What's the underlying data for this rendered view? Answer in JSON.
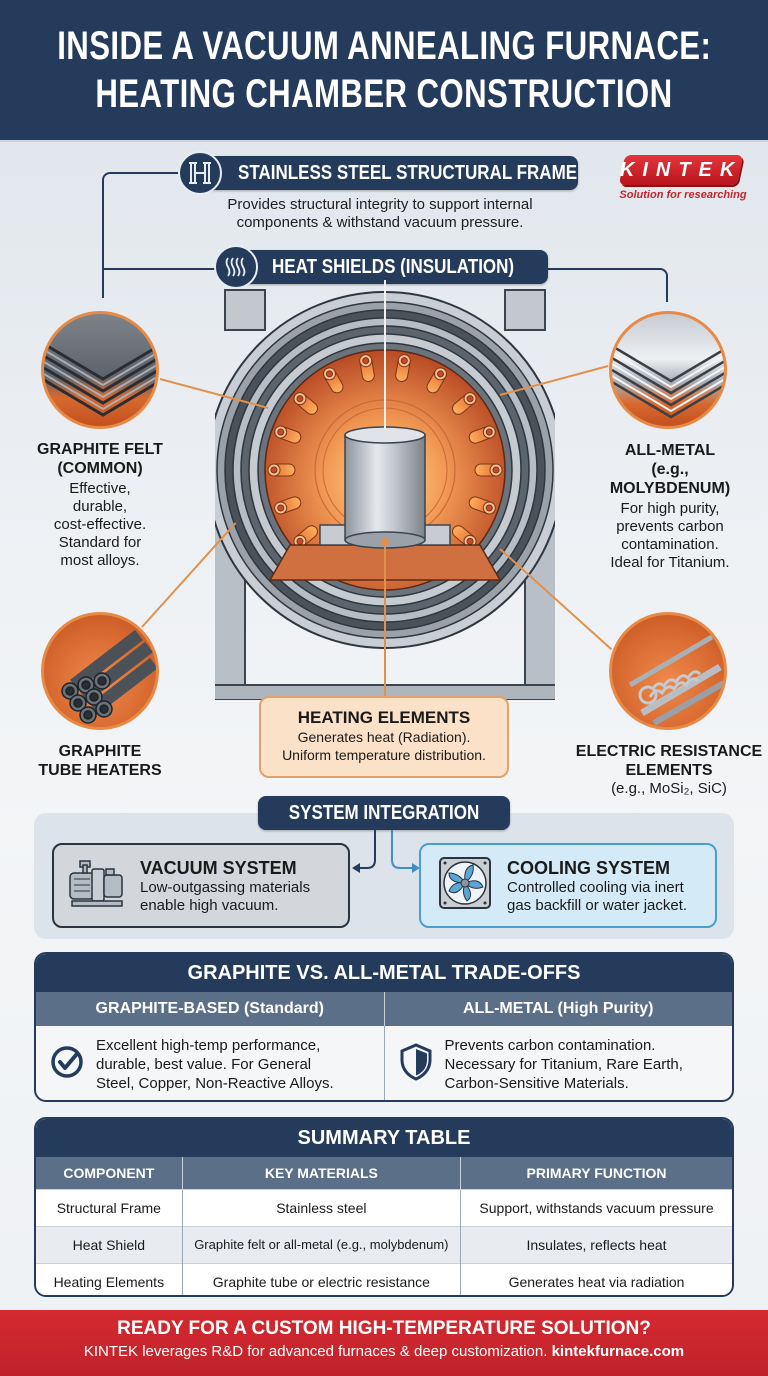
{
  "header": {
    "title_line1": "INSIDE A VACUUM ANNEALING FURNACE:",
    "title_line2": "HEATING CHAMBER CONSTRUCTION"
  },
  "logo": {
    "brand": "KINTEK",
    "tagline": "Solution for researching",
    "color": "#d42a30"
  },
  "structural_frame": {
    "icon": "frame-icon",
    "title": "STAINLESS STEEL STRUCTURAL FRAME",
    "desc_line1": "Provides structural integrity to support internal",
    "desc_line2": "components & withstand vacuum pressure."
  },
  "heat_shields": {
    "icon": "heat-waves-icon",
    "title": "HEAT SHIELDS (INSULATION)",
    "left": {
      "title_line1": "GRAPHITE FELT",
      "title_line2": "(COMMON)",
      "body": [
        "Effective,",
        "durable,",
        "cost-effective.",
        "Standard for",
        "most alloys."
      ]
    },
    "right": {
      "title_line1": "ALL-METAL",
      "title_line2": "(e.g.,",
      "title_line3": "MOLYBDENUM)",
      "body": [
        "For high purity,",
        "prevents carbon",
        "contamination.",
        "Ideal for Titanium."
      ]
    }
  },
  "heating_elements": {
    "title": "HEATING ELEMENTS",
    "body_line1": "Generates heat (Radiation).",
    "body_line2": "Uniform temperature distribution.",
    "left": {
      "title_line1": "GRAPHITE",
      "title_line2": "TUBE HEATERS"
    },
    "right": {
      "title_line1": "ELECTRIC RESISTANCE",
      "title_line2": "ELEMENTS",
      "sub": "(e.g., MoSi₂, SiC)"
    }
  },
  "system_integration": {
    "title": "SYSTEM INTEGRATION",
    "vacuum": {
      "icon": "vacuum-pump-icon",
      "title": "VACUUM SYSTEM",
      "body_line1": "Low-outgassing materials",
      "body_line2": "enable high vacuum."
    },
    "cooling": {
      "icon": "cooling-fan-icon",
      "title": "COOLING SYSTEM",
      "body_line1": "Controlled cooling via inert",
      "body_line2": "gas backfill or water jacket."
    }
  },
  "tradeoffs": {
    "title": "GRAPHITE VS. ALL-METAL TRADE-OFFS",
    "graphite": {
      "header": "GRAPHITE-BASED (Standard)",
      "icon": "check-circle-icon",
      "lines": [
        "Excellent high-temp performance,",
        "durable, best value. For General",
        "Steel, Copper, Non-Reactive Alloys."
      ]
    },
    "metal": {
      "header": "ALL-METAL (High Purity)",
      "icon": "shield-icon",
      "lines": [
        "Prevents carbon contamination.",
        "Necessary for Titanium, Rare Earth,",
        "Carbon-Sensitive Materials."
      ]
    }
  },
  "summary": {
    "title": "SUMMARY TABLE",
    "columns": [
      "COMPONENT",
      "KEY MATERIALS",
      "PRIMARY FUNCTION"
    ],
    "rows": [
      [
        "Structural Frame",
        "Stainless steel",
        "Support, withstands vacuum pressure"
      ],
      [
        "Heat Shield",
        "Graphite felt or all-metal (e.g., molybdenum)",
        "Insulates, reflects heat"
      ],
      [
        "Heating Elements",
        "Graphite tube or electric resistance",
        "Generates heat via radiation"
      ]
    ]
  },
  "footer": {
    "title": "READY FOR A CUSTOM HIGH-TEMPERATURE SOLUTION?",
    "body": "KINTEK leverages R&D for advanced furnaces & deep customization.",
    "link": "kintekfurnace.com"
  },
  "colors": {
    "navy": "#243b5c",
    "slate": "#5b6f88",
    "orange": "#e78a45",
    "red": "#d42a30",
    "peach": "#fbe1c8",
    "cooling_blue": "#4a9fd0"
  }
}
